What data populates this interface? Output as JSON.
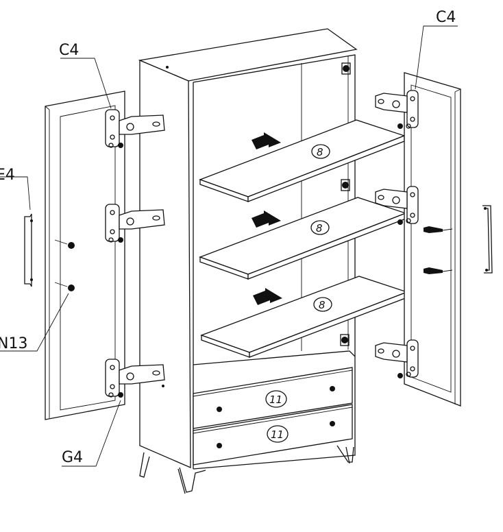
{
  "labels": {
    "c4_left": "C4",
    "c4_right": "C4",
    "e4": "E4",
    "n13": "N13",
    "g4": "G4"
  },
  "parts": {
    "shelf_number": "8",
    "drawer_number": "11"
  }
}
